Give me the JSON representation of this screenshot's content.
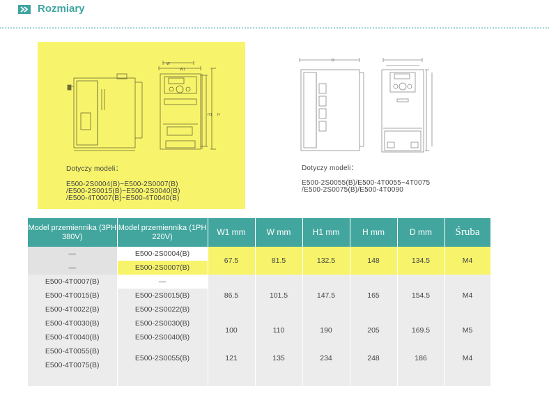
{
  "header": {
    "title": "Rozmiary",
    "icon": "double-chevron-right-icon",
    "accent": "#3fa4a0"
  },
  "left_panel": {
    "title": "Dotyczy modeli：",
    "lines": [
      "E500-2S0004(B)~E500-2S0007(B)",
      "/E500-2S0015(B)~E500-2S0040(B)",
      "/E500-4T0007(B)~E500-4T0040(B)"
    ],
    "highlight": "#f7f46b"
  },
  "right_panel": {
    "title": "Dotyczy modeli：",
    "lines": [
      "E500-2S0055(B)/E500-4T0055~4T0075",
      "/E500-2S0075(B)/E500-4T0090"
    ]
  },
  "drawing_labels": {
    "w1": "W1",
    "w": "W",
    "h": "H",
    "h1": "H1",
    "d": "D"
  },
  "table": {
    "headers": {
      "model3": "Model przemiennika (3PH 380V)",
      "model1": "Model przemiennika (1PH 220V)",
      "w1": "W1 mm",
      "w": "W mm",
      "h1": "H1 mm",
      "h": "H mm",
      "d": "D mm",
      "screw": "Śruba"
    },
    "rows": [
      {
        "m3": "—",
        "m1": "E500-2S0004(B)"
      },
      {
        "m3": "—",
        "m1": "E500-2S0007(B)"
      },
      {
        "m3": "E500-4T0007(B)",
        "m1": "—"
      },
      {
        "m3": "E500-4T0015(B)",
        "m1": "E500-2S0015(B)"
      },
      {
        "m3": "E500-4T0022(B)",
        "m1": "E500-2S0022(B)"
      },
      {
        "m3": "E500-4T0030(B)",
        "m1": "E500-2S0030(B)"
      },
      {
        "m3": "E500-4T0040(B)",
        "m1": "E500-2S0040(B)"
      },
      {
        "m3": "E500-4T0055(B)",
        "m1": ""
      },
      {
        "m3": "E500-4T0075(B)",
        "m1": "E500-2S0055(B)"
      }
    ],
    "groups": [
      {
        "w1": "67.5",
        "w": "81.5",
        "h1": "132.5",
        "h": "148",
        "d": "134.5",
        "screw": "M4"
      },
      {
        "w1": "86.5",
        "w": "101.5",
        "h1": "147.5",
        "h": "165",
        "d": "154.5",
        "screw": "M4"
      },
      {
        "w1": "100",
        "w": "110",
        "h1": "190",
        "h": "205",
        "d": "169.5",
        "screw": "M5"
      },
      {
        "w1": "121",
        "w": "135",
        "h1": "234",
        "h": "248",
        "d": "186",
        "screw": "M4"
      }
    ],
    "header_color": "#42a69e",
    "highlight": "#f7f46b"
  }
}
